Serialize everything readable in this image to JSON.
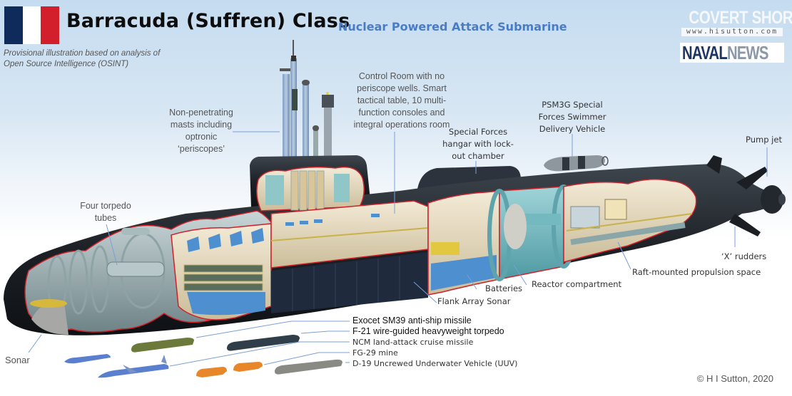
{
  "header": {
    "flag": {
      "name": "France",
      "colors": [
        "#0f2b5b",
        "#ffffff",
        "#d31f2b"
      ]
    },
    "title": "Barracuda (Suffren) Class",
    "subtitle": "Nuclear Powered Attack Submarine",
    "note_line1": "Provisional illustration based on analysis of",
    "note_line2": "Open Source Intelligence (OSINT)"
  },
  "logos": {
    "covert_shores": {
      "title": "COVERT SHORES",
      "url": "www.hisutton.com"
    },
    "naval_news": {
      "part1": "NAVAL",
      "part2": "NEWS"
    }
  },
  "callouts": {
    "masts": [
      "Non-penetrating",
      "masts including",
      "optronic",
      "‘periscopes’"
    ],
    "control_room": [
      "Control Room with no",
      "periscope wells. Smart",
      "tactical table, 10 multi-",
      "function consoles and",
      "integral operations room"
    ],
    "hangar": [
      "Special Forces",
      "hangar with lock-",
      "out chamber"
    ],
    "psm3g": [
      "PSM3G Special",
      "Forces Swimmer",
      "Delivery Vehicle"
    ],
    "pump_jet": "Pump jet",
    "torpedo_tubes": [
      "Four torpedo",
      "tubes"
    ],
    "x_rudders": "‘X’ rudders",
    "propulsion": "Raft-mounted propulsion space",
    "reactor": "Reactor compartment",
    "batteries": "Batteries",
    "flank_sonar": "Flank Array Sonar",
    "sonar": "Sonar"
  },
  "weapons": [
    {
      "label": "Exocet SM39 anti-ship missile",
      "color": "#5a7fcf"
    },
    {
      "label": "F-21 wire-guided heavyweight torpedo",
      "color": "#6b7a3a"
    },
    {
      "label": "NCM land-attack cruise missile",
      "color": "#5a7fcf"
    },
    {
      "label": "FG-29 mine",
      "color": "#e8862a"
    },
    {
      "label": "D-19 Uncrewed Underwater Vehicle (UUV)",
      "color": "#8a8a84"
    }
  ],
  "colors": {
    "hull": "#1d2126",
    "cutaway_outline": "#d0202a",
    "interior_cyan": "#6fb7be",
    "interior_cream": "#e8dcc0",
    "leader_line": "#7a9fd8"
  },
  "copyright": "© H I Sutton, 2020"
}
